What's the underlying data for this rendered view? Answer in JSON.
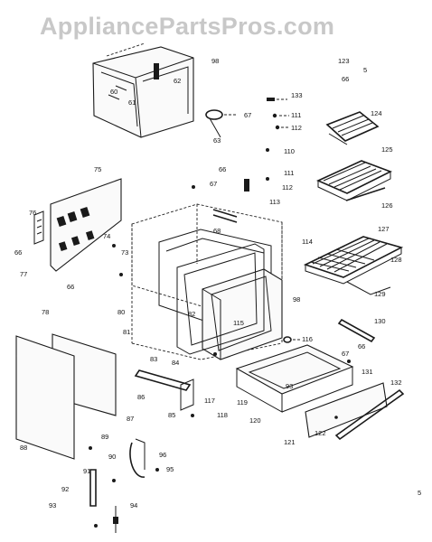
{
  "watermark": {
    "text": "AppliancePartsPros.com",
    "color": "#c8c8c8"
  },
  "callouts": [
    "98",
    "60",
    "61",
    "62",
    "123",
    "5",
    "66",
    "133",
    "67",
    "111",
    "112",
    "124",
    "63",
    "110",
    "125",
    "66",
    "111",
    "67",
    "112",
    "113",
    "126",
    "75",
    "76",
    "66",
    "77",
    "74",
    "73",
    "66",
    "68",
    "114",
    "127",
    "128",
    "129",
    "98",
    "82",
    "115",
    "80",
    "81",
    "116",
    "130",
    "78",
    "66",
    "83",
    "84",
    "86",
    "85",
    "87",
    "117",
    "118",
    "119",
    "93",
    "120",
    "67",
    "131",
    "132",
    "121",
    "122",
    "88",
    "89",
    "91",
    "90",
    "92",
    "96",
    "95",
    "93",
    "94",
    "5"
  ]
}
